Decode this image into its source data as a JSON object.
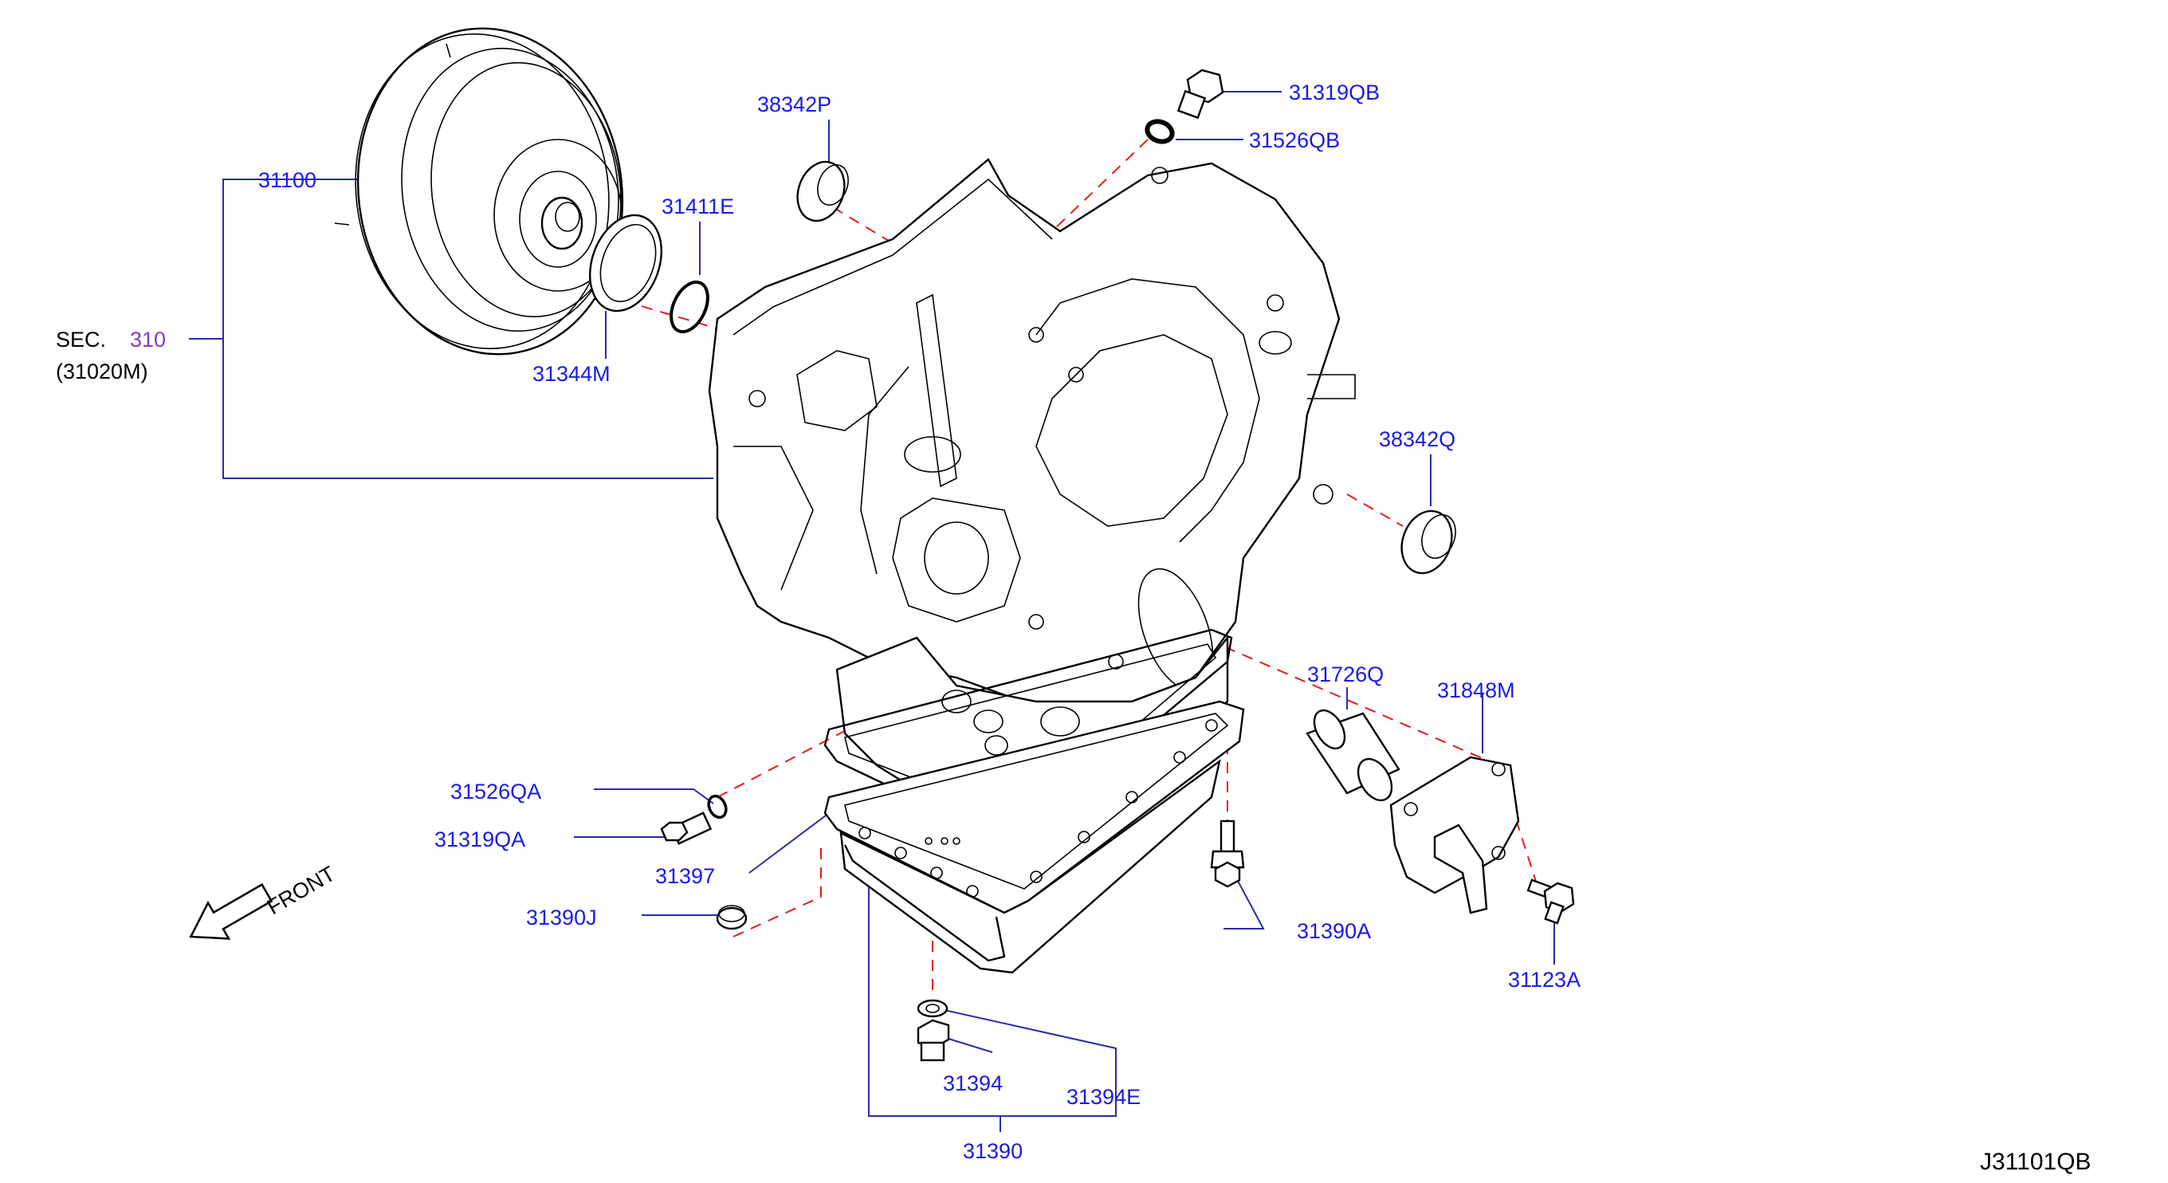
{
  "diagram_code": "J31101QB",
  "colors": {
    "label": "#1a1ae6",
    "leader": "#2a2aa8",
    "centerline": "#e61a1a",
    "section_ref": "#7a3fc4"
  },
  "section_ref": {
    "prefix": "SEC.",
    "number": "310",
    "sub": "(31020M)"
  },
  "front_indicator": {
    "label": "FRONT"
  },
  "parts": [
    {
      "id": "31100"
    },
    {
      "id": "31411E"
    },
    {
      "id": "31344M"
    },
    {
      "id": "38342P"
    },
    {
      "id": "31319QB"
    },
    {
      "id": "31526QB"
    },
    {
      "id": "38342Q"
    },
    {
      "id": "31726Q"
    },
    {
      "id": "31848M"
    },
    {
      "id": "31526QA"
    },
    {
      "id": "31319QA"
    },
    {
      "id": "31397"
    },
    {
      "id": "31390J"
    },
    {
      "id": "31390A"
    },
    {
      "id": "31123A"
    },
    {
      "id": "31394"
    },
    {
      "id": "31394E"
    },
    {
      "id": "31390"
    }
  ]
}
